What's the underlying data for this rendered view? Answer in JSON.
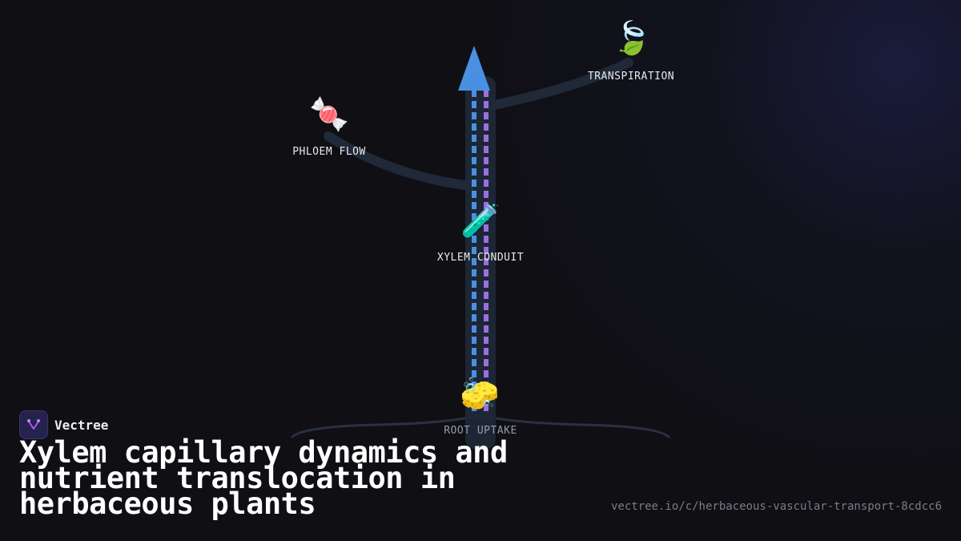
{
  "brand": {
    "name": "Vectree",
    "accent": "#a855f7"
  },
  "title": "Xylem capillary dynamics and nutrient translocation in herbaceous plants",
  "url": "vectree.io/c/herbaceous-vascular-transport-8cdcc6",
  "colors": {
    "background": "#0f0f14",
    "stem": "#1f2937",
    "xylem_dash": "#4a90e2",
    "phloem_dash": "#9b6fe0",
    "arrow": "#4a90e2",
    "label": "#e8e8ee",
    "label_dim": "#9a9aa6"
  },
  "nodes": [
    {
      "id": "transpiration",
      "label": "TRANSPIRATION",
      "icon": "leaf-flutter-icon",
      "glyph": "🍃"
    },
    {
      "id": "phloem",
      "label": "PHLOEM FLOW",
      "icon": "candy-icon",
      "glyph": "🍬"
    },
    {
      "id": "xylem",
      "label": "XYLEM CONDUIT",
      "icon": "test-tube-icon",
      "glyph": "🧪"
    },
    {
      "id": "root",
      "label": "ROOT UPTAKE",
      "icon": "sponge-icon",
      "glyph": "🧽"
    }
  ]
}
